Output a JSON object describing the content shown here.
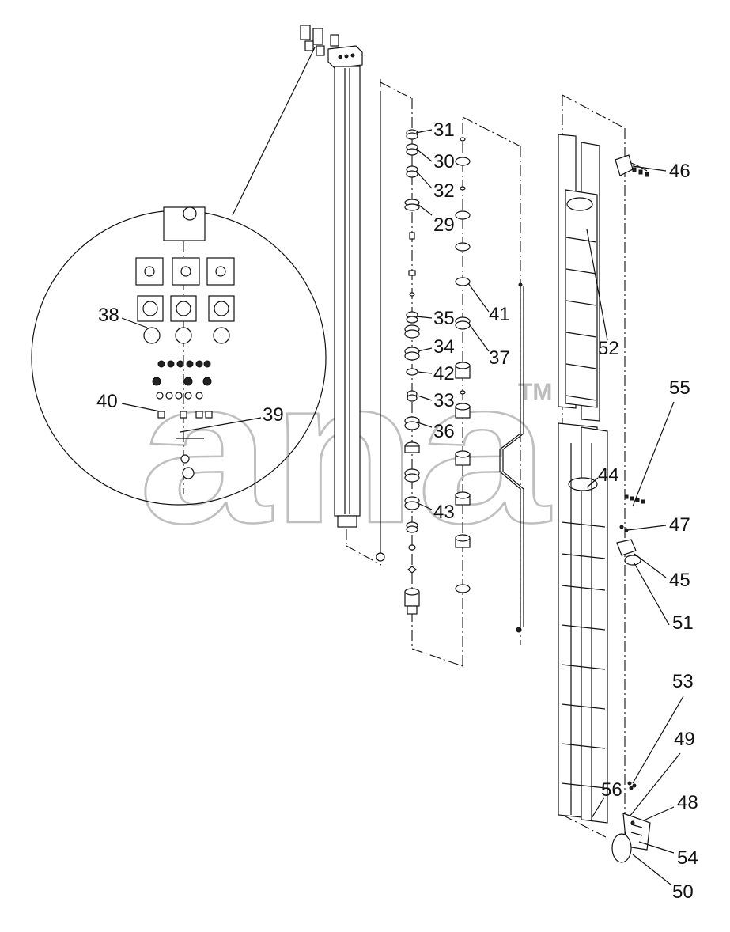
{
  "watermark": {
    "text": "ana",
    "tm": "TM"
  },
  "callouts": [
    {
      "id": "c31",
      "text": "31"
    },
    {
      "id": "c30",
      "text": "30"
    },
    {
      "id": "c32",
      "text": "32"
    },
    {
      "id": "c29",
      "text": "29"
    },
    {
      "id": "c41",
      "text": "41"
    },
    {
      "id": "c35",
      "text": "35"
    },
    {
      "id": "c37",
      "text": "37"
    },
    {
      "id": "c34",
      "text": "34"
    },
    {
      "id": "c42",
      "text": "42"
    },
    {
      "id": "c33",
      "text": "33"
    },
    {
      "id": "c36",
      "text": "36"
    },
    {
      "id": "c43",
      "text": "43"
    },
    {
      "id": "c38",
      "text": "38"
    },
    {
      "id": "c40",
      "text": "40"
    },
    {
      "id": "c39",
      "text": "39"
    },
    {
      "id": "c46",
      "text": "46"
    },
    {
      "id": "c52",
      "text": "52"
    },
    {
      "id": "c55",
      "text": "55"
    },
    {
      "id": "c44",
      "text": "44"
    },
    {
      "id": "c47",
      "text": "47"
    },
    {
      "id": "c45",
      "text": "45"
    },
    {
      "id": "c51",
      "text": "51"
    },
    {
      "id": "c53",
      "text": "53"
    },
    {
      "id": "c49",
      "text": "49"
    },
    {
      "id": "c48",
      "text": "48"
    },
    {
      "id": "c56",
      "text": "56"
    },
    {
      "id": "c54",
      "text": "54"
    },
    {
      "id": "c50",
      "text": "50"
    }
  ]
}
